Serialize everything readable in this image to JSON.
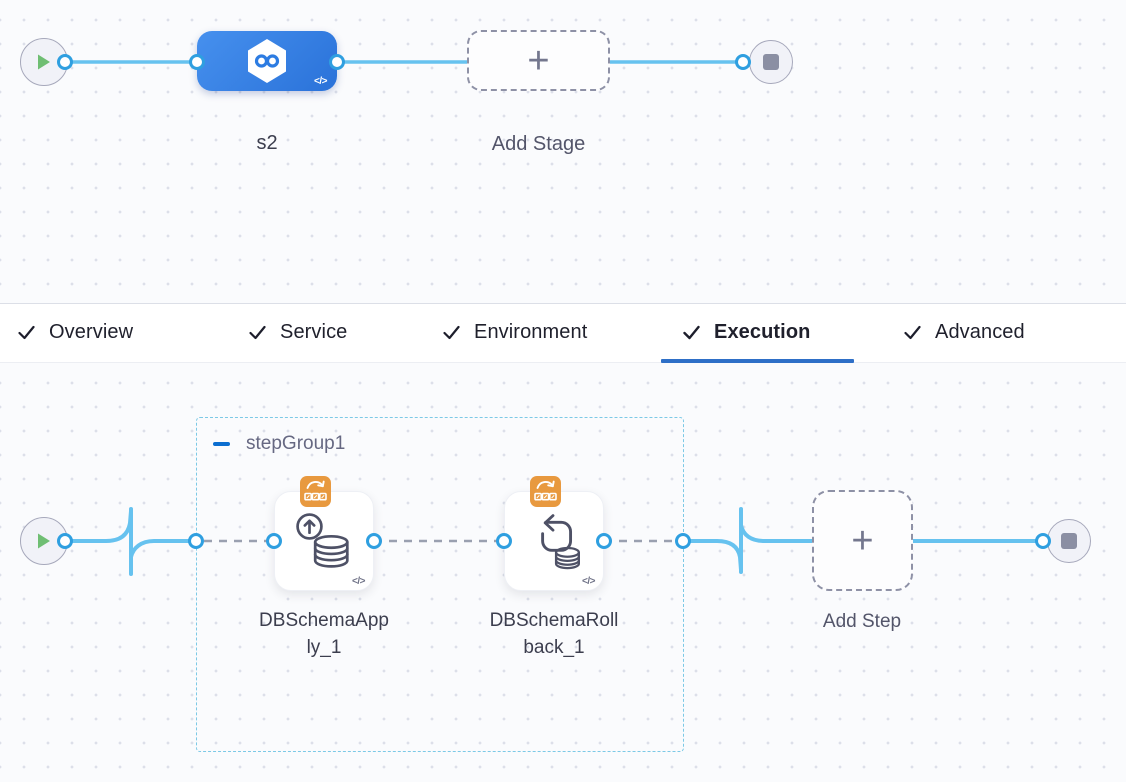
{
  "stage_canvas": {
    "stage": {
      "label": "s2",
      "yaml_badge": "</>"
    },
    "add_stage": {
      "label": "Add Stage",
      "plus": "+"
    }
  },
  "tabs": {
    "items": [
      {
        "label": "Overview",
        "active": false
      },
      {
        "label": "Service",
        "active": false
      },
      {
        "label": "Environment",
        "active": false
      },
      {
        "label": "Execution",
        "active": true
      },
      {
        "label": "Advanced",
        "active": false
      }
    ]
  },
  "execution_canvas": {
    "step_group": {
      "title": "stepGroup1"
    },
    "steps": [
      {
        "label": "DBSchemaApply_1",
        "yaml_badge": "</>"
      },
      {
        "label": "DBSchemaRollback_1",
        "yaml_badge": "</>"
      }
    ],
    "add_step": {
      "label": "Add Step",
      "plus": "+"
    }
  },
  "colors": {
    "stage_node_blue": "#2e7ce0",
    "connector_blue": "#66c2ef",
    "port_blue": "#2f9fe0",
    "tab_underline": "#2e6fc7",
    "play_green": "#6fbe73",
    "stop_gray": "#8b8fa3",
    "template_badge_orange": "#e8993f",
    "step_group_border": "#7cc9e6",
    "dashed_link_gray": "#9aa0b0"
  }
}
